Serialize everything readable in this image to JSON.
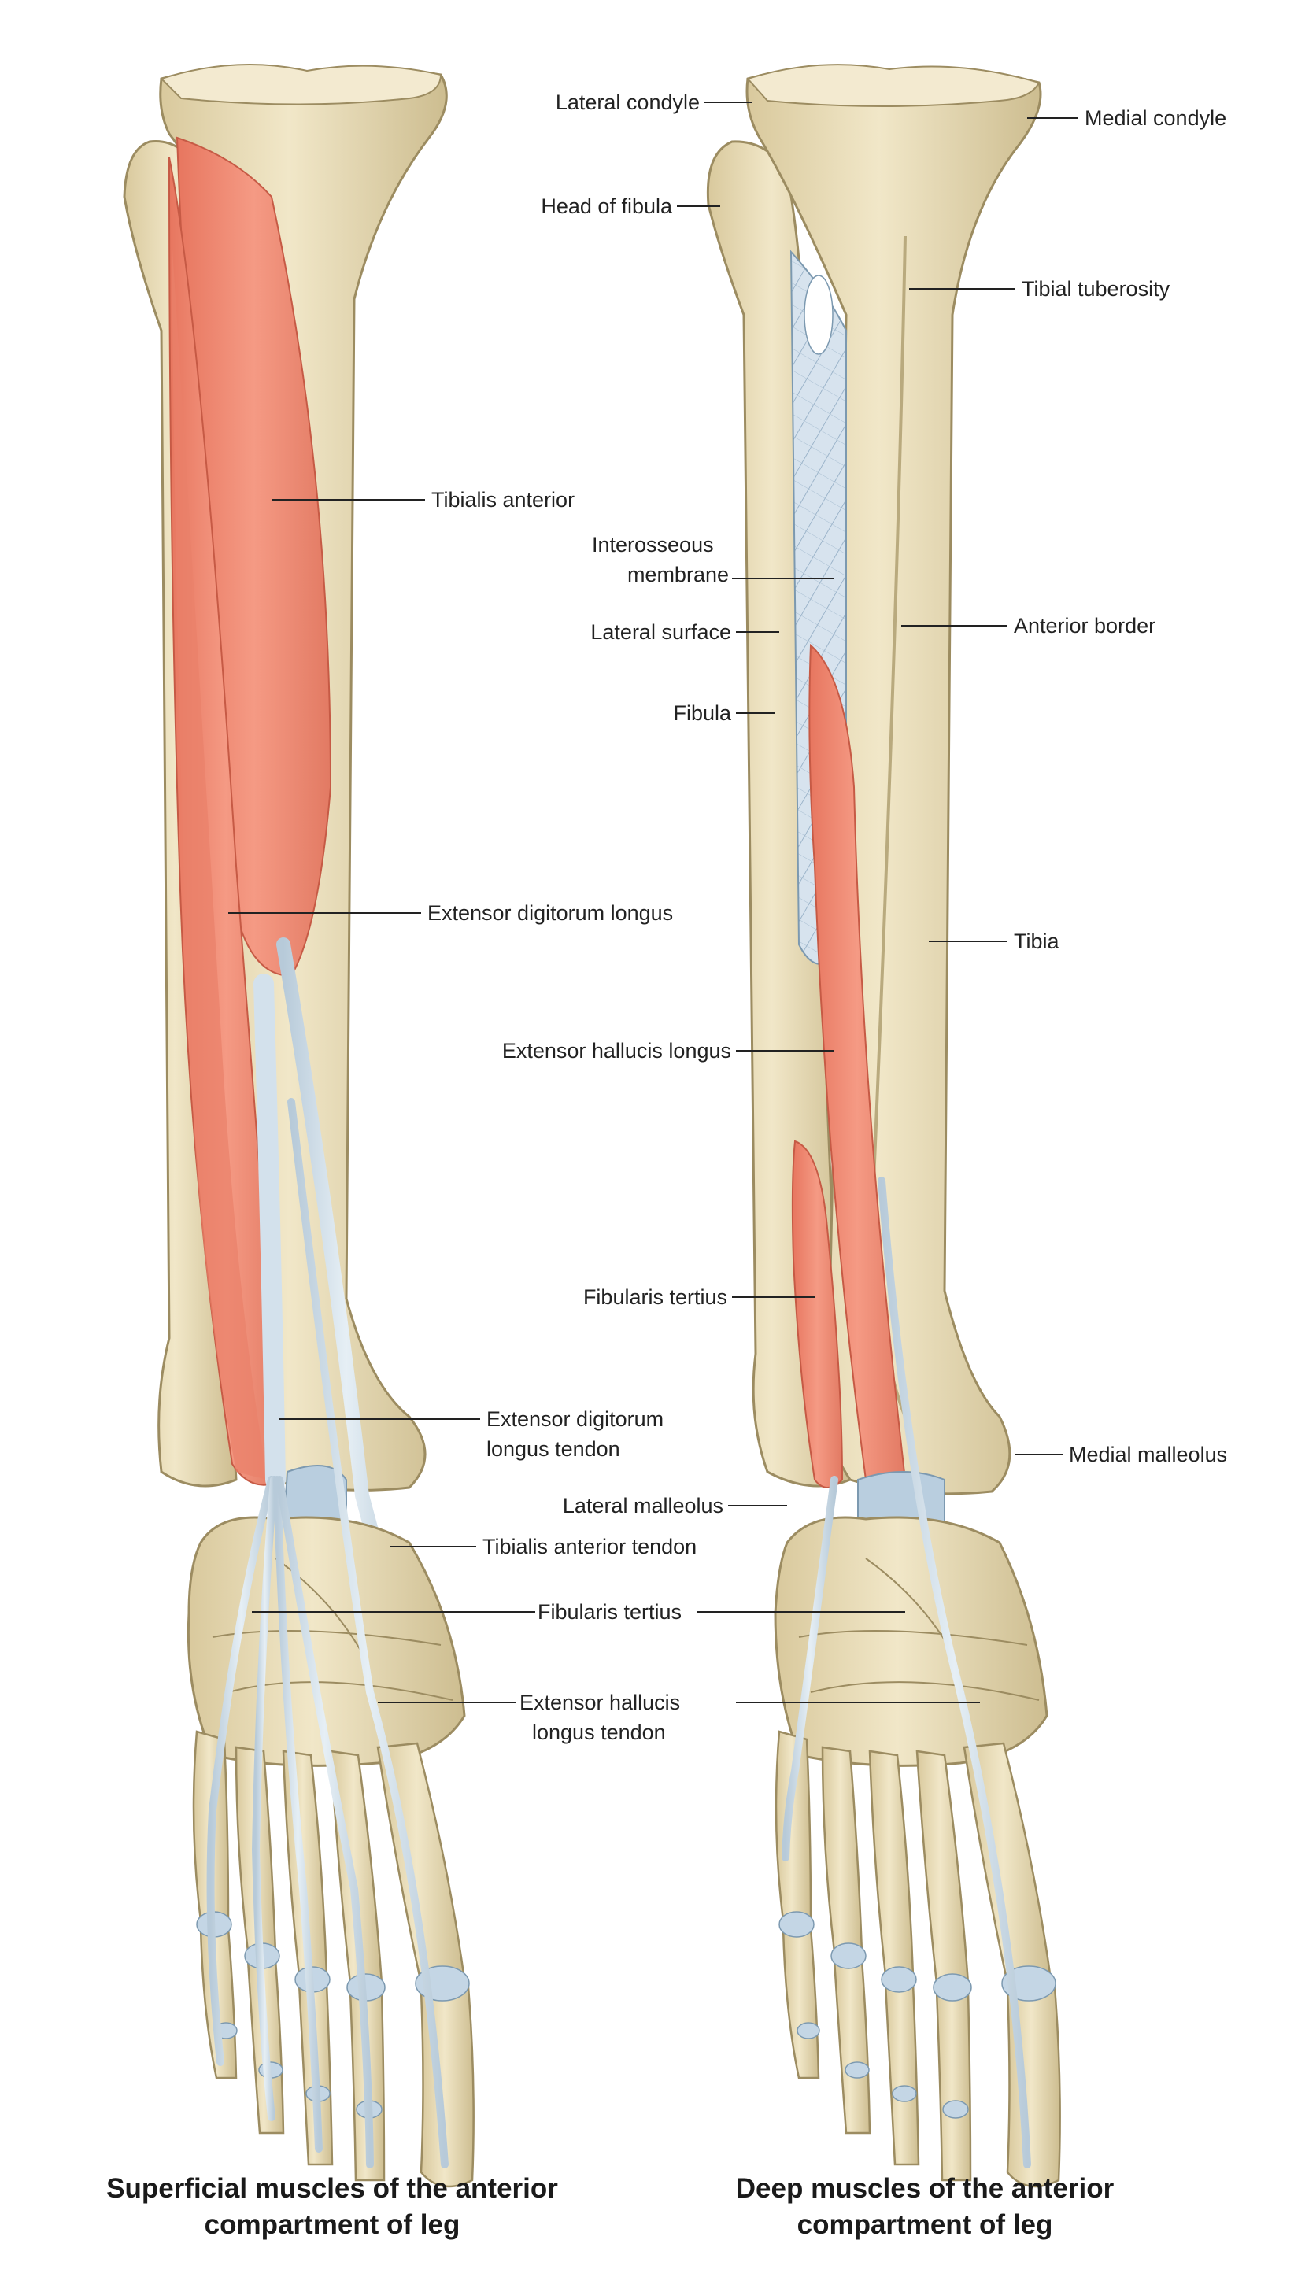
{
  "colors": {
    "bone": "#ece0bc",
    "bone_shadow": "#c8b98d",
    "bone_outline": "#9c8c61",
    "muscle": "#ef8c77",
    "muscle_dark": "#d86a56",
    "tendon": "#cfdfea",
    "tendon_outline": "#6e8aa0",
    "cartilage": "#b9cedf",
    "leader": "#222222"
  },
  "left_figure": {
    "caption_line1": "Superficial muscles of the anterior",
    "caption_line2": "compartment of leg",
    "labels": {
      "tibialis_anterior": "Tibialis anterior",
      "extensor_digitorum_longus": "Extensor digitorum longus",
      "edl_tendon_1": "Extensor digitorum",
      "edl_tendon_2": "longus tendon",
      "tibialis_anterior_tendon": "Tibialis anterior tendon",
      "fibularis_tertius": "Fibularis tertius",
      "ehl_tendon_1": "Extensor hallucis",
      "ehl_tendon_2": "longus tendon"
    }
  },
  "right_figure": {
    "caption_line1": "Deep muscles of the anterior",
    "caption_line2": "compartment of leg",
    "labels": {
      "lateral_condyle": "Lateral condyle",
      "medial_condyle": "Medial condyle",
      "head_of_fibula": "Head of fibula",
      "tibial_tuberosity": "Tibial tuberosity",
      "interosseous_1": "Interosseous",
      "interosseous_2": "membrane",
      "lateral_surface": "Lateral surface",
      "anterior_border": "Anterior border",
      "fibula": "Fibula",
      "tibia": "Tibia",
      "extensor_hallucis_longus": "Extensor hallucis longus",
      "fibularis_tertius": "Fibularis tertius",
      "medial_malleolus": "Medial malleolus",
      "lateral_malleolus": "Lateral malleolus"
    }
  }
}
